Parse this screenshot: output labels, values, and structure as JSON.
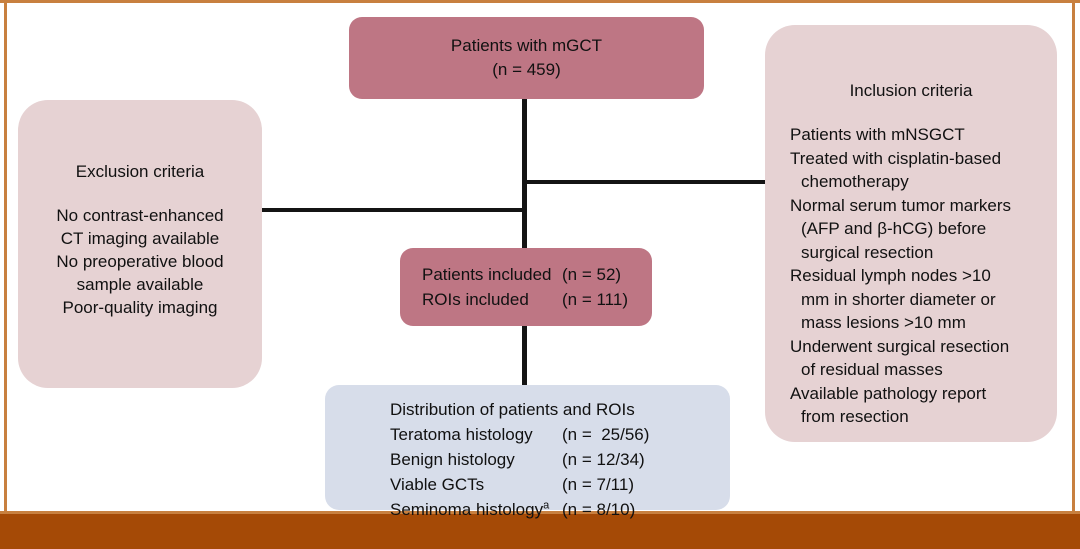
{
  "frame": {
    "border_color": "#C8803F",
    "band_color": "#A54A06"
  },
  "palette": {
    "rose": "#BE7684",
    "pink": "#E6D2D3",
    "blue": "#D7DDEA",
    "connector": "#141414"
  },
  "nodes": {
    "source_cohort": {
      "title": "Patients with mGCT",
      "count": "(n = 459)"
    },
    "exclusion": {
      "heading": "Exclusion criteria",
      "criteria": [
        "No contrast-enhanced",
        "CT imaging available",
        "No preoperative blood",
        "sample available",
        "Poor-quality imaging"
      ]
    },
    "inclusion": {
      "heading": "Inclusion criteria",
      "criteria": [
        {
          "text": "Patients with mNSGCT",
          "cont": false
        },
        {
          "text": "Treated with cisplatin-based",
          "cont": false
        },
        {
          "text": "chemotherapy",
          "cont": true
        },
        {
          "text": "Normal serum tumor markers",
          "cont": false
        },
        {
          "text": "(AFP and β-hCG) before",
          "cont": true
        },
        {
          "text": "surgical resection",
          "cont": true
        },
        {
          "text": "Residual lymph nodes >10",
          "cont": false
        },
        {
          "text": "mm in shorter diameter or",
          "cont": true
        },
        {
          "text": "mass lesions >10 mm",
          "cont": true
        },
        {
          "text": "Underwent surgical resection",
          "cont": false
        },
        {
          "text": "of residual masses",
          "cont": true
        },
        {
          "text": "Available pathology report",
          "cont": false
        },
        {
          "text": "from resection",
          "cont": true
        }
      ]
    },
    "included": {
      "rows": [
        {
          "label": "Patients included",
          "value": "(n = 52)"
        },
        {
          "label": "ROIs included",
          "value": "(n = 111)"
        }
      ]
    },
    "distribution": {
      "heading": "Distribution of patients and ROIs",
      "rows": [
        {
          "label": "Teratoma histology",
          "superscript": "",
          "value": "(n =  25/56)"
        },
        {
          "label": "Benign histology",
          "superscript": "",
          "value": "(n = 12/34)"
        },
        {
          "label": "Viable GCTs",
          "superscript": "",
          "value": "(n = 7/11)"
        },
        {
          "label": "Seminoma histology",
          "superscript": "a",
          "value": "(n = 8/10)"
        }
      ]
    }
  }
}
